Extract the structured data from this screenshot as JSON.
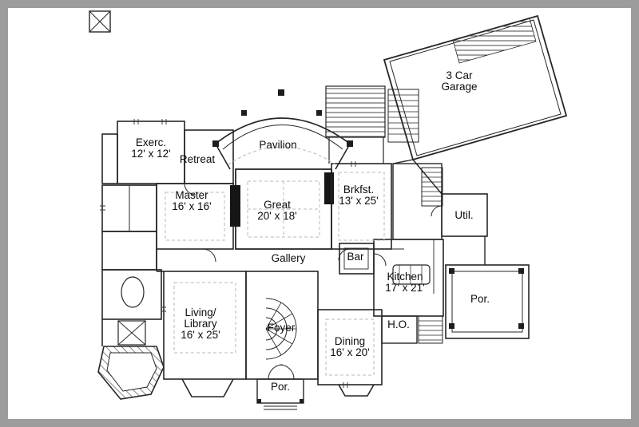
{
  "plan": {
    "type": "architectural-floor-plan",
    "colors": {
      "frame": "#9c9c9c",
      "paper": "#ffffff",
      "ink": "#262626"
    }
  },
  "rooms": {
    "exercise": {
      "lines": [
        "Exerc.",
        "12' x 12'"
      ]
    },
    "retreat": {
      "lines": [
        "Retreat"
      ]
    },
    "pavilion": {
      "lines": [
        "Pavilion"
      ]
    },
    "garage": {
      "lines": [
        "3 Car",
        "Garage"
      ]
    },
    "master": {
      "lines": [
        "Master",
        "16' x 16'"
      ]
    },
    "great": {
      "lines": [
        "Great",
        "20' x 18'"
      ]
    },
    "breakfast": {
      "lines": [
        "Brkfst.",
        "13' x 25'"
      ]
    },
    "utility": {
      "lines": [
        "Util."
      ]
    },
    "gallery": {
      "lines": [
        "Gallery"
      ]
    },
    "bar": {
      "lines": [
        "Bar"
      ]
    },
    "kitchen": {
      "lines": [
        "Kitchen",
        "17' x 21'"
      ]
    },
    "living_library": {
      "lines": [
        "Living/",
        "Library",
        "16' x 25'"
      ]
    },
    "foyer": {
      "lines": [
        "Foyer"
      ]
    },
    "dining": {
      "lines": [
        "Dining",
        "16' x 20'"
      ]
    },
    "home_office": {
      "lines": [
        "H.O."
      ]
    },
    "porch_right": {
      "lines": [
        "Por."
      ]
    },
    "porch_bottom": {
      "lines": [
        "Por."
      ]
    }
  }
}
